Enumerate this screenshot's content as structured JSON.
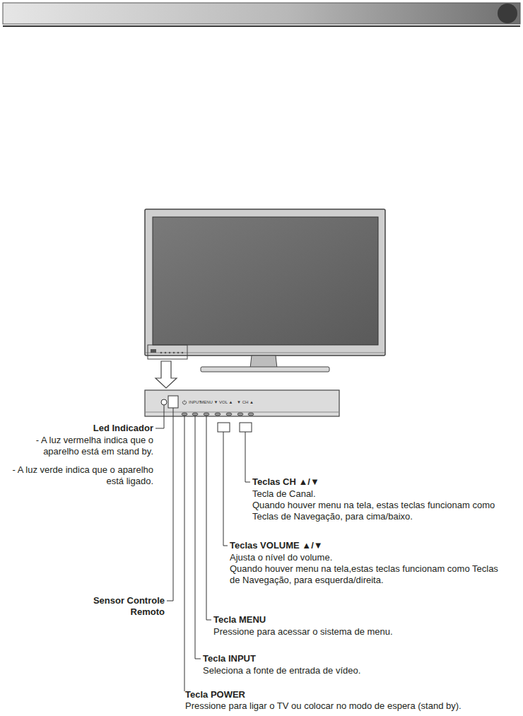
{
  "diagram": {
    "labels": [
      "INPUT",
      "MENU",
      "▼ VOL ▲",
      "▼ CH ▲",
      "Led Indicador",
      "- A luz vermelha indica que o aparelho está em stand by.",
      "- A luz verde indica que o aparelho está ligado.",
      "Teclas CH ▲/▼",
      "Tecla de Canal.",
      "Quando houver menu na tela, estas teclas funcionam como Teclas de Navegação, para cima/baixo.",
      "Sensor Controle Remoto",
      "Teclas VOLUME ▲/▼",
      "Ajusta o nível do volume.",
      "Quando houver menu na tela,estas teclas funcionam como Teclas de Navegação, para esquerda/direita.",
      "Tecla MENU",
      "Pressione para acessar o sistema de menu.",
      "Tecla INPUT",
      "Seleciona a fonte de entrada de vídeo.",
      "Tecla POWER",
      "Pressione para ligar o TV ou colocar no modo de espera (stand by)."
    ]
  }
}
